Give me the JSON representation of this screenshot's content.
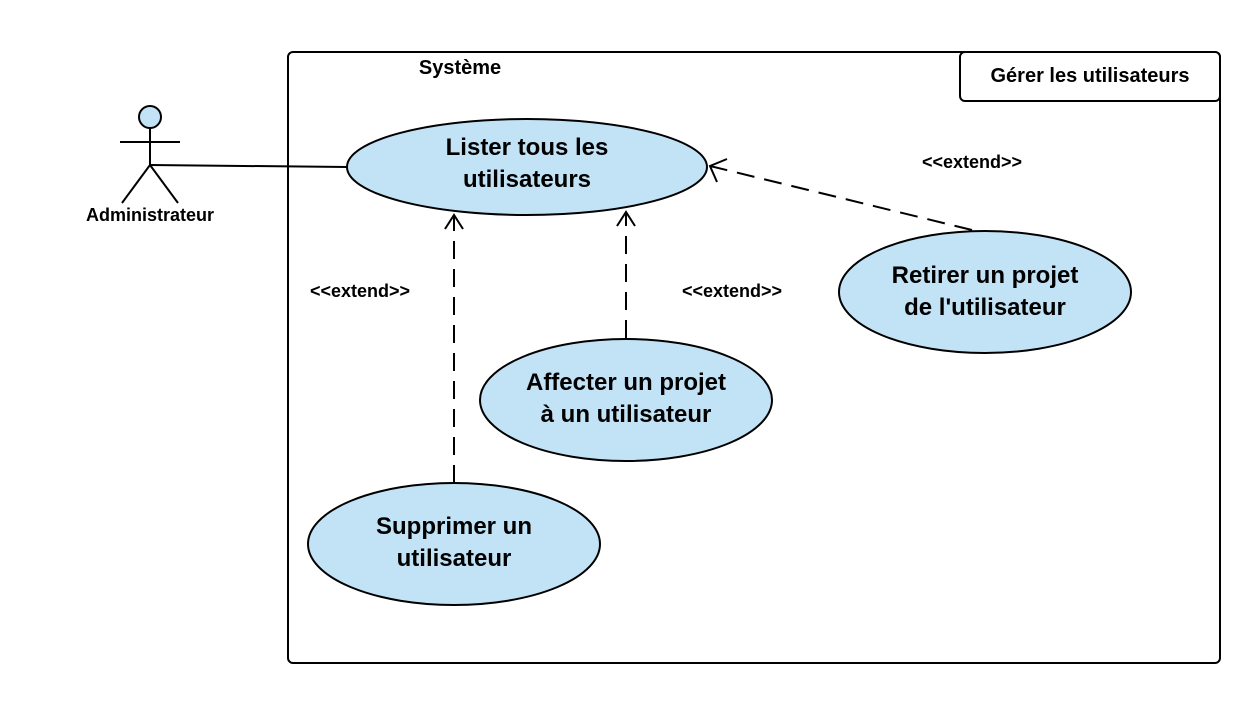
{
  "diagram": {
    "system": {
      "label": "Système",
      "package_title": "Gérer les utilisateurs"
    },
    "actor": {
      "name": "Administrateur"
    },
    "use_cases": {
      "lister": {
        "line1": "Lister tous les",
        "line2": "utilisateurs"
      },
      "retirer": {
        "line1": "Retirer un projet",
        "line2": "de l'utilisateur"
      },
      "affecter": {
        "line1": "Affecter un projet",
        "line2": "à un utilisateur"
      },
      "supprimer": {
        "line1": "Supprimer un",
        "line2": "utilisateur"
      }
    },
    "relations": {
      "extend_retirer": "<<extend>>",
      "extend_supprimer": "<<extend>>",
      "extend_affecter": "<<extend>>"
    },
    "colors": {
      "usecase_fill": "#c2e2f5",
      "stroke": "#000000",
      "background": "#ffffff"
    }
  }
}
